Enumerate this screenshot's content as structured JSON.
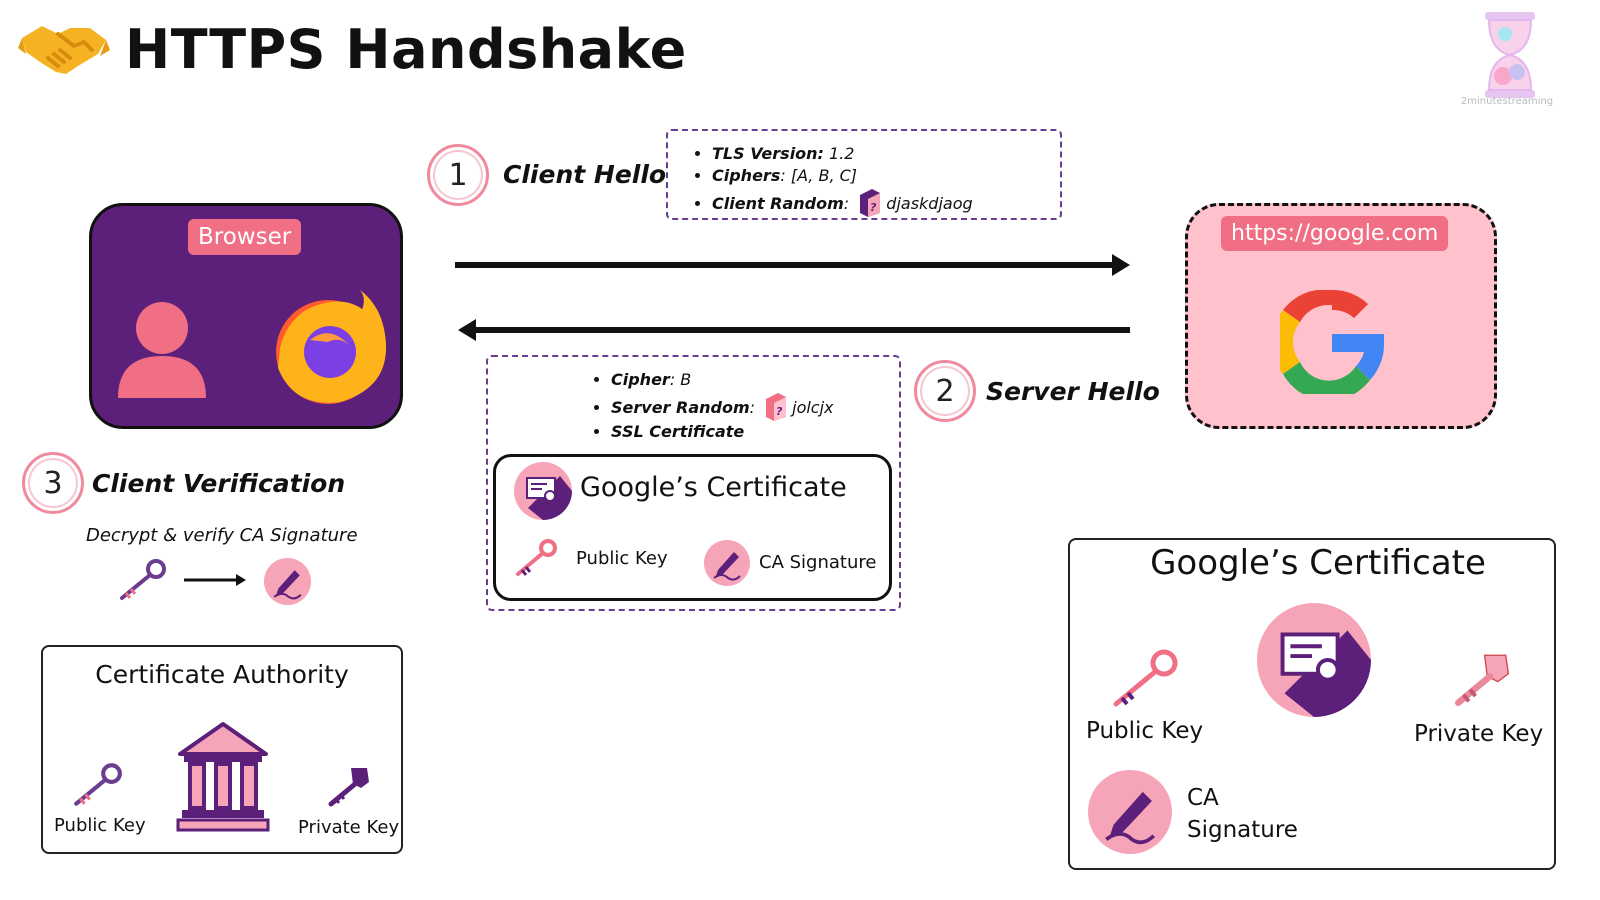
{
  "title": "HTTPS Handshake",
  "logo": {
    "text": "2minutestreaming"
  },
  "browser": {
    "label": "Browser"
  },
  "server": {
    "label": "https://google.com"
  },
  "steps": [
    {
      "number": "1",
      "label": "Client Hello"
    },
    {
      "number": "2",
      "label": "Server Hello"
    },
    {
      "number": "3",
      "label": "Client Verification"
    }
  ],
  "client_hello": {
    "tls_key": "TLS Version:",
    "tls_val": " 1.2",
    "ciphers_key": "Ciphers",
    "ciphers_val": ": [A, B, C]",
    "random_key": "Client Random",
    "random_sep": ":",
    "random_val": "djaskdjaog"
  },
  "server_hello": {
    "cipher_key": "Cipher",
    "cipher_val": ": B",
    "random_key": "Server Random",
    "random_sep": ":",
    "random_val": "jolcjx",
    "ssl_key": "SSL Certificate",
    "cert_title": "Google’s Certificate",
    "public_key": "Public Key",
    "ca_signature": "CA Signature"
  },
  "client_verification": {
    "caption": "Decrypt & verify CA Signature"
  },
  "certificate_authority": {
    "title": "Certificate Authority",
    "public_key": "Public Key",
    "private_key": "Private Key"
  },
  "google_certificate": {
    "title": "Google’s Certificate",
    "public_key": "Public Key",
    "private_key": "Private Key",
    "ca_line1": "CA",
    "ca_line2": "Signature"
  },
  "colors": {
    "purple": "#5c1f7a",
    "pink": "#f06f84",
    "light_pink": "#ffc2cc",
    "disc_pink": "#f6a4b7"
  },
  "icons": [
    "handshake-icon",
    "user-icon",
    "firefox-icon",
    "google-g-icon",
    "certificate-icon",
    "key-icon",
    "pen-signature-icon",
    "bank-icon",
    "random-box-icon"
  ]
}
